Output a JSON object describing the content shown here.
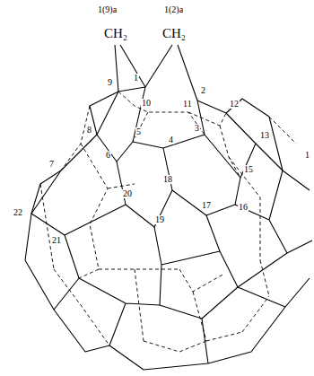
{
  "diagram": {
    "labels": [
      "1(9)a",
      "1(2)a",
      "CH₂",
      "CH₂",
      "9",
      "1",
      "2",
      "12",
      "13",
      "1",
      "8",
      "10",
      "11",
      "3",
      "7",
      "5",
      "4",
      "6",
      "15",
      "18",
      "16",
      "17",
      "20",
      "19",
      "22",
      "21"
    ]
  }
}
